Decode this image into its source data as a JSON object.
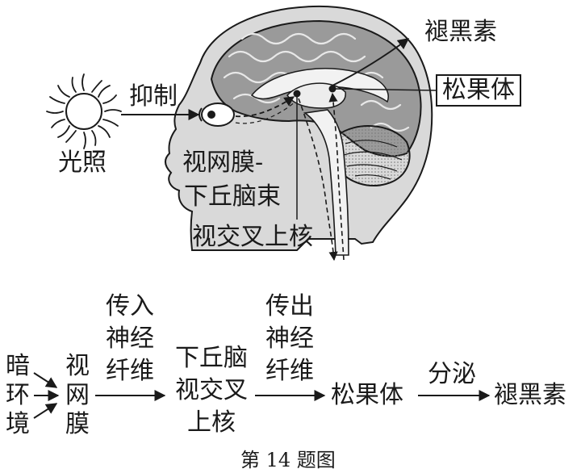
{
  "figure": {
    "caption": "第 14 题图"
  },
  "top_diagram": {
    "light_label": "光照",
    "inhibit_label": "抑制",
    "tract_line1": "视网膜-",
    "tract_line2": "下丘脑束",
    "scn_label": "视交叉上核",
    "pineal_label": "松果体",
    "melatonin_label": "褪黑素"
  },
  "flow": {
    "stimulus_chars": [
      "暗",
      "环",
      "境"
    ],
    "retina_chars": [
      "视",
      "网",
      "膜"
    ],
    "afferent_lines": [
      "传入",
      "神经",
      "纤维"
    ],
    "center_lines": [
      "下丘脑",
      "视交叉",
      "上核"
    ],
    "efferent_lines": [
      "传出",
      "神经",
      "纤维"
    ],
    "pineal_label": "松果体",
    "secrete_label": "分泌",
    "melatonin_label": "褪黑素"
  },
  "colors": {
    "ink": "#1a1a1a",
    "head_fill": "#d9d9d9",
    "brain_fill": "#9a9a9a"
  }
}
